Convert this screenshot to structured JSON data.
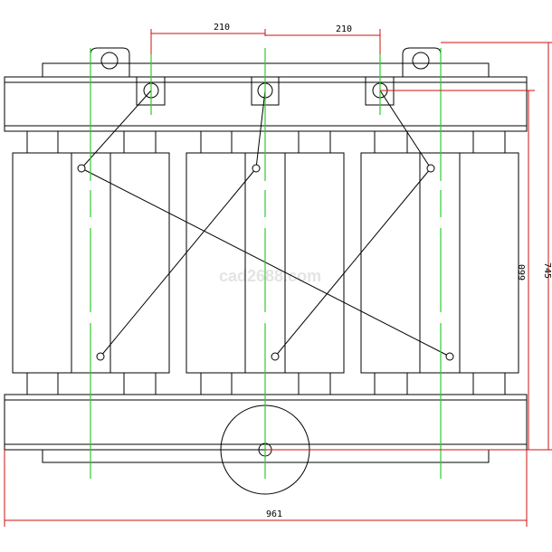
{
  "drawing": {
    "title": "Transformer front view",
    "watermark": "cad2688.com",
    "dimensions": {
      "phase_spacing_left": "210",
      "phase_spacing_right": "210",
      "overall_height": "745",
      "bushing_height": "660",
      "overall_width": "961"
    },
    "colors": {
      "outline": "#000000",
      "centerline": "#2ecc2e",
      "dimension": "#cc1111"
    }
  }
}
